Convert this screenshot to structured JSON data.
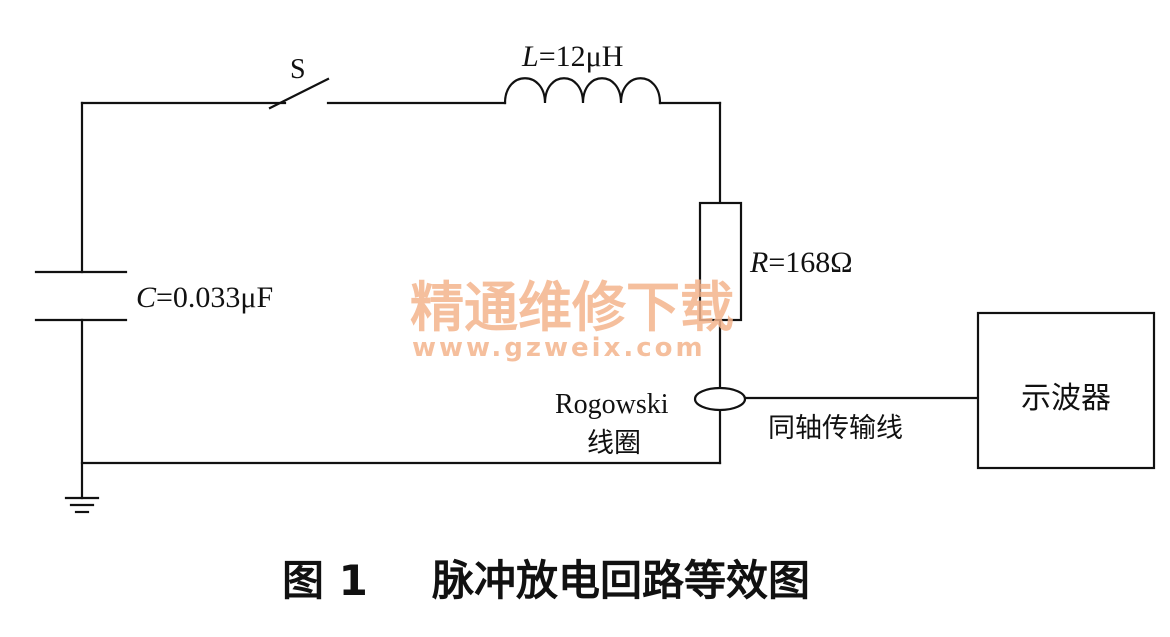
{
  "diagram": {
    "switch_label": "S",
    "inductor_symbol": "L",
    "inductor_value": "=12μH",
    "resistor_symbol": "R",
    "resistor_value": "=168Ω",
    "capacitor_symbol": "C",
    "capacitor_value": "=0.033μF",
    "rogowski_label_line1": "Rogowski",
    "rogowski_label_line2": "线圈",
    "cable_label": "同轴传输线",
    "oscilloscope_label": "示波器"
  },
  "watermark": {
    "title": "精通维修下载",
    "url": "www.gzweix.com"
  },
  "caption": {
    "figure_number": "图 1",
    "title": "脉冲放电回路等效图"
  },
  "colors": {
    "ink": "#111111",
    "watermark": "#f4b48d",
    "background": "#ffffff"
  }
}
